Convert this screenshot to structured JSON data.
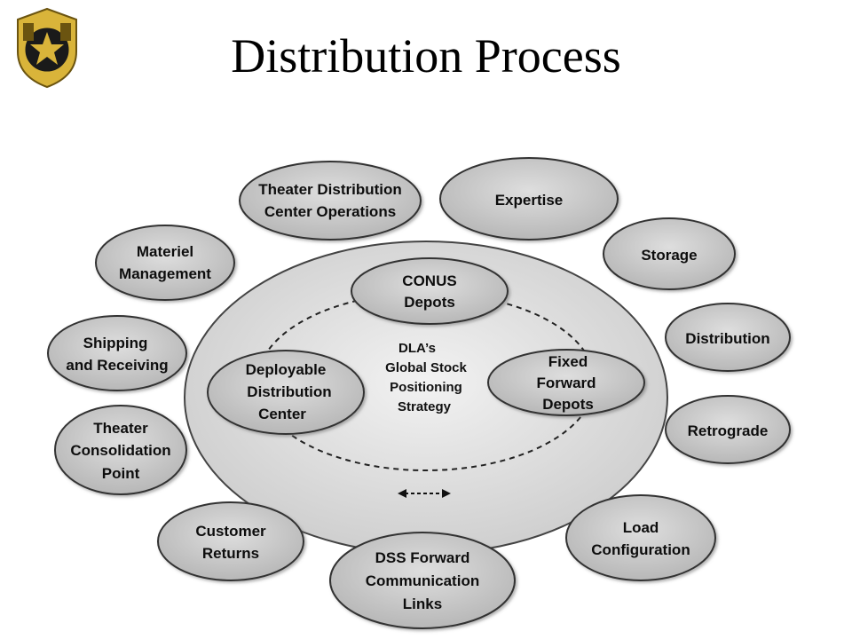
{
  "title": "Distribution Process",
  "center_text": [
    "DLA’s",
    "Global Stock",
    "Positioning",
    "Strategy"
  ],
  "inner_nodes": {
    "conus": [
      "CONUS",
      "Depots"
    ],
    "fixed_forward": [
      "Fixed",
      "Forward",
      "Depots"
    ],
    "deployable": [
      "Deployable",
      "Distribution",
      "Center"
    ]
  },
  "outer_nodes": {
    "theater_distribution": [
      "Theater Distribution",
      "Center Operations"
    ],
    "expertise": [
      "Expertise"
    ],
    "materiel": [
      "Materiel",
      "Management"
    ],
    "storage": [
      "Storage"
    ],
    "shipping": [
      "Shipping",
      "and Receiving"
    ],
    "distribution": [
      "Distribution"
    ],
    "theater_consolidation": [
      "Theater",
      "Consolidation",
      "Point"
    ],
    "retrograde": [
      "Retrograde"
    ],
    "customer_returns": [
      "Customer",
      "Returns"
    ],
    "load_config": [
      "Load",
      "Configuration"
    ],
    "dss_forward": [
      "DSS Forward",
      "Communication",
      "Links"
    ]
  },
  "colors": {
    "node_fill": "#c8c8c8",
    "node_stroke": "#3a3a3a",
    "big_ellipse_fill": "#dcdcdc",
    "logo_gold": "#d9b43a"
  }
}
